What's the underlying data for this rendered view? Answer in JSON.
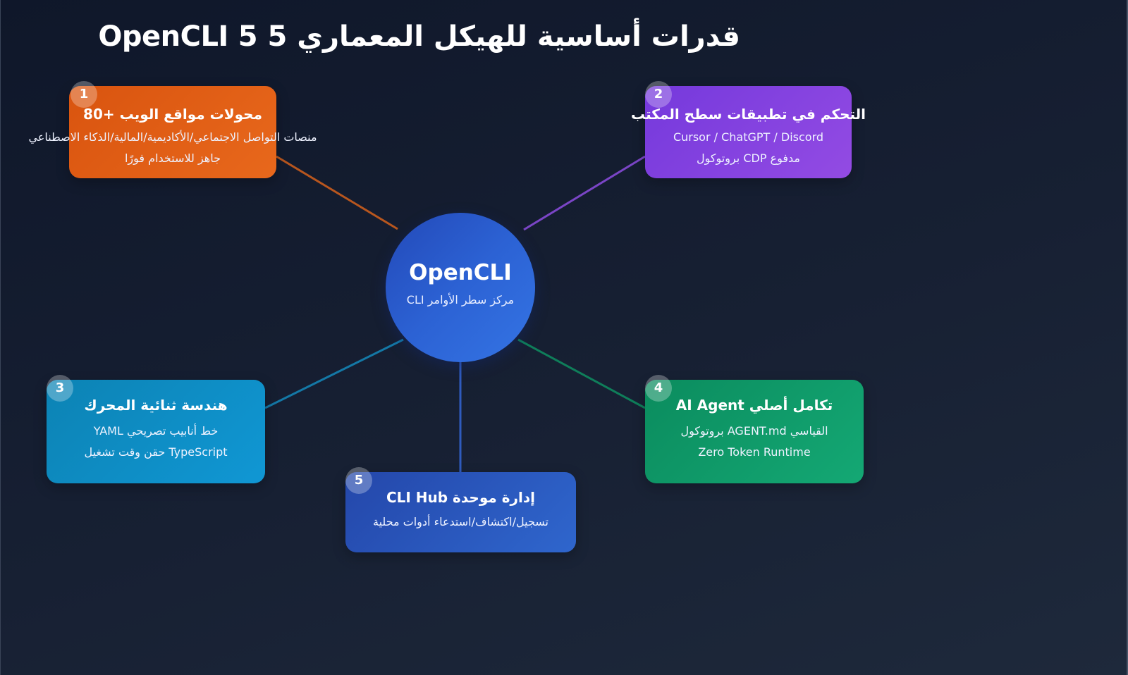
{
  "title": "قدرات أساسية للهيكل المعماري 5 5 OpenCLI",
  "hub": {
    "title": "OpenCLI",
    "subtitle": "مركز سطر الأوامر CLI",
    "color": "#2c62d4"
  },
  "cards": [
    {
      "number": "1",
      "title": "محولات مواقع الويب +80",
      "lines": [
        "منصات التواصل الاجتماعي/الأكاديمية/المالية/الذكاء الاصطناعي",
        "جاهز للاستخدام فورًا"
      ],
      "color": "#e0601a",
      "connector_color": "#b8561e"
    },
    {
      "number": "2",
      "title": "التحكم في تطبيقات سطح المكتب",
      "lines": [
        "Cursor / ChatGPT / Discord",
        "مدفوع CDP بروتوكول"
      ],
      "color": "#8442e0",
      "connector_color": "#7a45c6"
    },
    {
      "number": "3",
      "title": "هندسة ثنائية المحرك",
      "lines": [
        "خط أنابيب تصريحي YAML",
        "TypeScript حقن وقت تشغيل"
      ],
      "color": "#0e8dc4",
      "connector_color": "#1478a6"
    },
    {
      "number": "4",
      "title": "تكامل أصلي AI Agent",
      "lines": [
        "القياسي AGENT.md بروتوكول",
        "Zero Token Runtime"
      ],
      "color": "#109a69",
      "connector_color": "#0f7e5a"
    },
    {
      "number": "5",
      "title": "إدارة موحدة CLI Hub",
      "lines": [
        "تسجيل/اكتشاف/استدعاء أدوات محلية"
      ],
      "color": "#2a56bc",
      "connector_color": "#2f5bbd"
    }
  ]
}
